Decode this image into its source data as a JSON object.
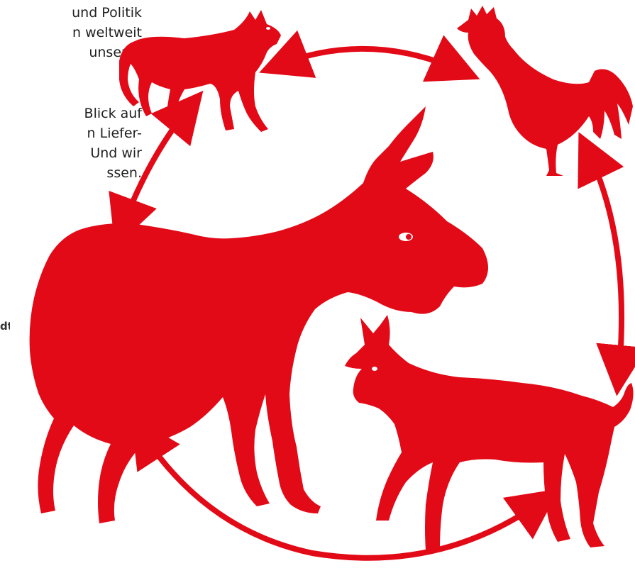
{
  "colors": {
    "accent_red": "#e30a17",
    "text": "#1f1f1f",
    "background": "#ffffff"
  },
  "text_block": {
    "line1": "und Politik",
    "line2": "n weltweit",
    "line3": "unseres",
    "line4": "Blick auf",
    "line5": "n Liefer-",
    "line6": "Und wir",
    "line7": "ssen."
  },
  "footer_fragment": "dt",
  "illustration": {
    "animals": [
      "cat-icon",
      "rooster-icon",
      "donkey-icon",
      "dog-icon"
    ],
    "arrows": [
      "double-arrow-cat-rooster",
      "double-arrow-rooster-dog",
      "double-arrow-dog-donkey",
      "double-arrow-donkey-cat"
    ]
  }
}
